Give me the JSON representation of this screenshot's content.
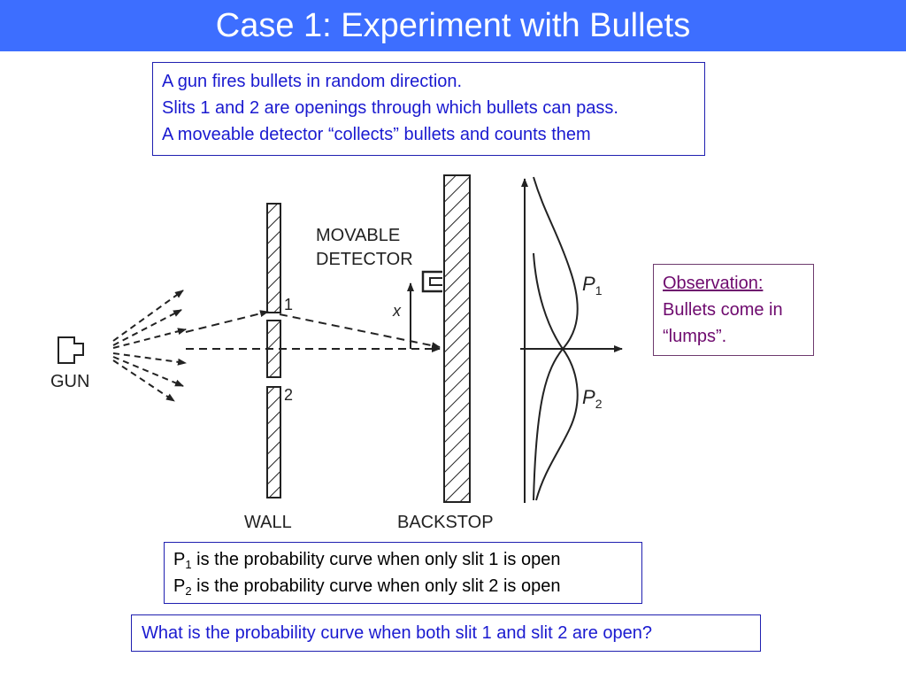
{
  "slide": {
    "title": "Case 1: Experiment with Bullets"
  },
  "intro": {
    "lines": [
      "A gun fires bullets in random direction.",
      "Slits 1 and 2 are openings through which bullets can pass.",
      "A moveable detector “collects” bullets and counts them"
    ]
  },
  "observation": {
    "heading": "Observation:",
    "lines": [
      "Bullets come in",
      "“lumps”."
    ]
  },
  "probabilities": {
    "p1": {
      "symbol": "P",
      "subscript": "1",
      "text": " is the probability curve when only slit 1 is open"
    },
    "p2": {
      "symbol": "P",
      "subscript": "2",
      "text": " is the probability curve when only slit 2 is open"
    }
  },
  "question": "What is the probability curve when both slit 1 and slit 2 are open?",
  "diagram": {
    "gun_label": "GUN",
    "wall_label": "WALL",
    "backstop_label": "BACKSTOP",
    "detector_label_line1": "MOVABLE",
    "detector_label_line2": "DETECTOR",
    "slit1_label": "1",
    "slit2_label": "2",
    "x_label": "x",
    "p1_symbol": "P",
    "p1_sub": "1",
    "p2_symbol": "P",
    "p2_sub": "2"
  },
  "colors": {
    "title_bar": "#3d6eff",
    "intro_text": "#1a1ad0",
    "observation_text": "#6e0a6e",
    "diagram_ink": "#222222"
  }
}
